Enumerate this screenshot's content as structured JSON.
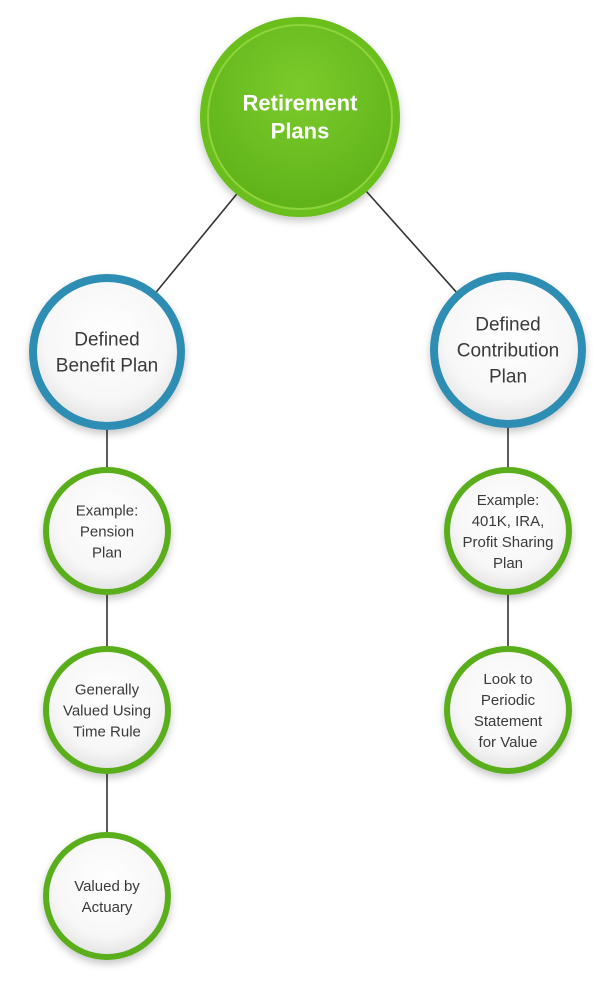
{
  "diagram": {
    "root": {
      "lines": [
        "Retirement",
        "Plans"
      ],
      "fill": "#6abf1e",
      "ring": "#8ed43c",
      "text_color": "#ffffff"
    },
    "defined_benefit": {
      "lines": [
        "Defined",
        "Benefit Plan"
      ],
      "ring": "#2f8db3",
      "text_color": "#3a3a3a"
    },
    "defined_contribution": {
      "lines": [
        "Defined",
        "Contribution",
        "Plan"
      ],
      "ring": "#2f8db3",
      "text_color": "#3a3a3a"
    },
    "db_example": {
      "lines": [
        "Example:",
        "Pension",
        "Plan"
      ],
      "ring": "#5aae1f",
      "text_color": "#3a3a3a"
    },
    "db_valuation": {
      "lines": [
        "Generally",
        "Valued Using",
        "Time Rule"
      ],
      "ring": "#5aae1f",
      "text_color": "#3a3a3a"
    },
    "db_actuary": {
      "lines": [
        "Valued by",
        "Actuary"
      ],
      "ring": "#5aae1f",
      "text_color": "#3a3a3a"
    },
    "dc_example": {
      "lines": [
        "Example:",
        "401K, IRA,",
        "Profit Sharing",
        "Plan"
      ],
      "ring": "#5aae1f",
      "text_color": "#3a3a3a"
    },
    "dc_statement": {
      "lines": [
        "Look to",
        "Periodic",
        "Statement",
        "for Value"
      ],
      "ring": "#5aae1f",
      "text_color": "#3a3a3a"
    },
    "connector_color": "#333333"
  }
}
